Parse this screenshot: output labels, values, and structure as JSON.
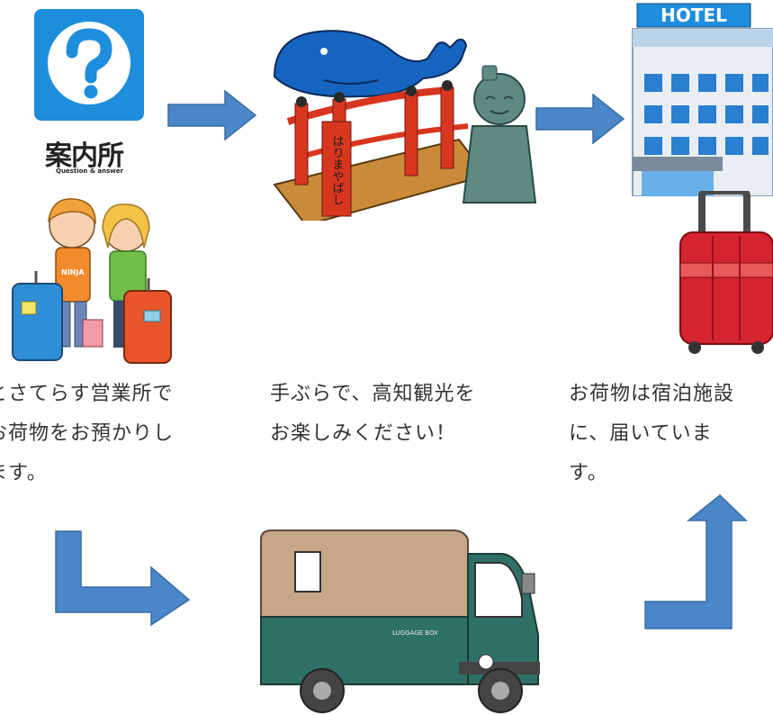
{
  "info_center": {
    "icon": "question-mark-icon",
    "label": "案内所",
    "sublabel": "Question & answer"
  },
  "hotel": {
    "sign": "HOTEL"
  },
  "truck": {
    "side_text": "LUGGAGE BOX"
  },
  "bridge": {
    "sign_text": "はりまやばし"
  },
  "captions": {
    "left": [
      "とさてらす営業所で",
      "お荷物をお預かりし",
      "ます。"
    ],
    "center": [
      "手ぶらで、高知観光を",
      "お楽しみください！"
    ],
    "right": [
      "お荷物は宿泊施設",
      "に、届いていま",
      "す。"
    ]
  },
  "colors": {
    "arrow_fill": "#4a86c8",
    "arrow_stroke": "#3a6ea5",
    "info_blue": "#1e8ddc",
    "whale_blue": "#1565c0",
    "bridge_red": "#d9361f",
    "truck_green": "#2e7066",
    "truck_tan": "#c7a788",
    "suitcase_red": "#d42430"
  }
}
